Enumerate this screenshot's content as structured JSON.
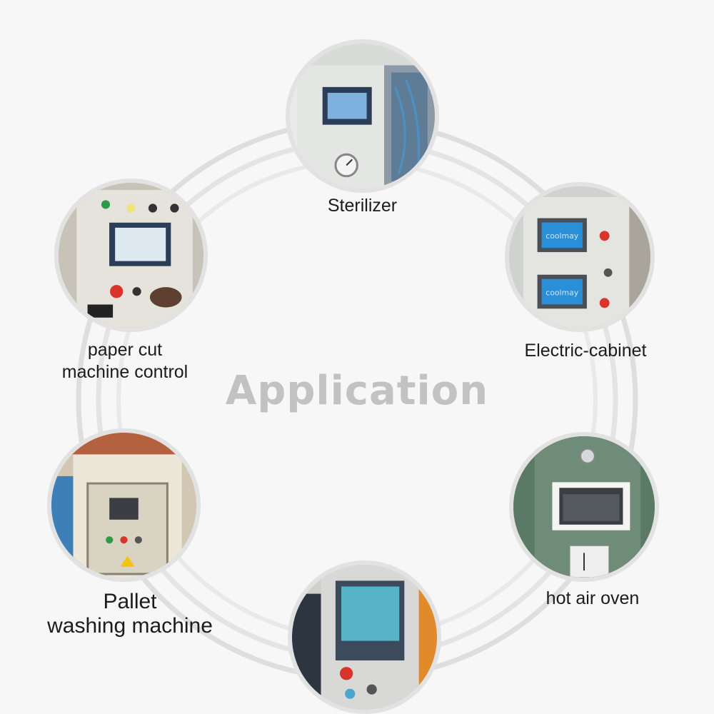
{
  "center_title": "Application",
  "applications": [
    {
      "id": "sterilizer",
      "lines": [
        "Sterilizer"
      ]
    },
    {
      "id": "electric-cabinet",
      "lines": [
        "Electric-cabinet"
      ]
    },
    {
      "id": "hot-air-oven",
      "lines": [
        "hot air oven"
      ]
    },
    {
      "id": "unlabeled-bottom",
      "lines": []
    },
    {
      "id": "pallet-washing-machine",
      "lines": [
        "Pallet",
        "washing machine"
      ]
    },
    {
      "id": "paper-cut-machine-control",
      "lines": [
        "paper cut",
        "machine control"
      ]
    }
  ],
  "screen_text": {
    "coolmay": "coolmay"
  },
  "colors": {
    "ring": "#dcdcdc",
    "title": "#c2c2c2",
    "caption": "#1b1b1b",
    "hmi_screen": "#2a8fd6",
    "hmi_bezel": "#2c3e57"
  }
}
